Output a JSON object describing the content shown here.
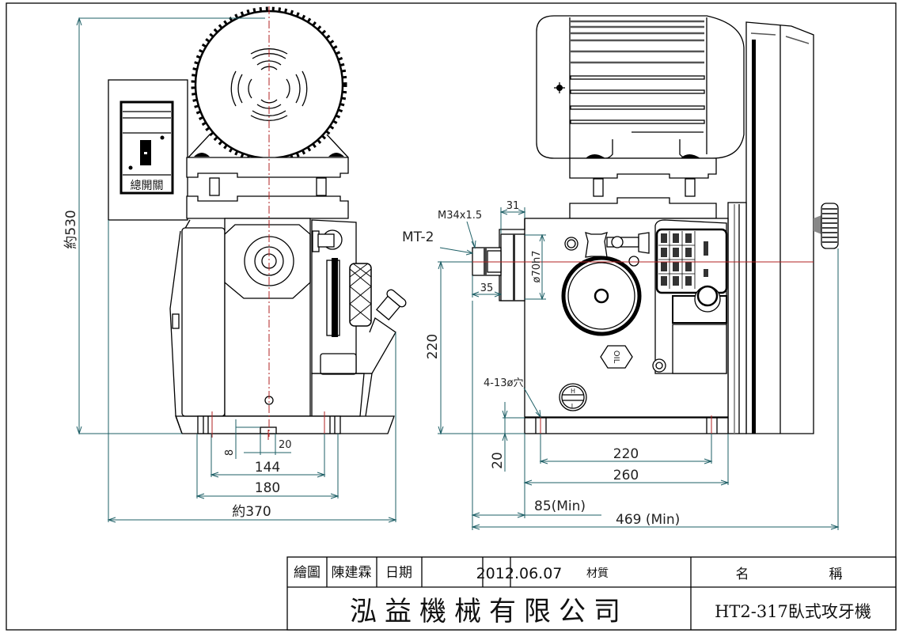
{
  "drawing": {
    "colors": {
      "outline": "#000000",
      "dimension": "#1e5f66",
      "centerline": "#b22222",
      "background": "#ffffff"
    },
    "front_view": {
      "switch_label": "總開關",
      "dimensions": {
        "height": "約530",
        "width_total": "約370",
        "base_width": "180",
        "hole_spacing": "144",
        "slot_width": "20",
        "slot_depth": "8"
      }
    },
    "side_view": {
      "labels": {
        "taper": "MT-2",
        "thread": "M34x1.5",
        "spindle_dia": "ø70h7",
        "holes": "4-13ø穴",
        "oil": "OIL",
        "speed_high": "H",
        "speed_low": "L"
      },
      "dimensions": {
        "collar_width": "31",
        "nose_length": "35",
        "spindle_height": "220",
        "base_thickness": "20",
        "hole_spacing": "220",
        "base_length": "260",
        "nose_offset": "85(Min)",
        "overall_length": "469 (Min)"
      }
    }
  },
  "title_block": {
    "drawn_by_label": "繪圖",
    "drawn_by": "陳建霖",
    "date_label": "日期",
    "date": "2012.06.07",
    "material_label": "材質",
    "material": "",
    "name_label_1": "名",
    "name_label_2": "稱",
    "company": "泓益機械有限公司",
    "product_name": "HT2-317臥式攻牙機"
  }
}
